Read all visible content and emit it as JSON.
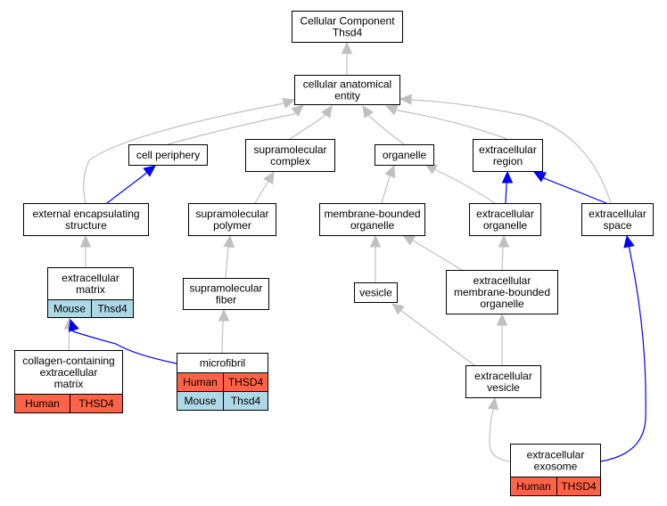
{
  "colors": {
    "human_cell": "#ff6347",
    "mouse_cell": "#add8e6",
    "edge_default": "#c0c0c0",
    "edge_highlight": "#0000ff"
  },
  "nodes": {
    "root": {
      "lines": [
        "Cellular Component",
        "Thsd4"
      ]
    },
    "cellular_anatomical_entity": {
      "lines": [
        "cellular anatomical",
        "entity"
      ]
    },
    "cell_periphery": {
      "lines": [
        "cell periphery"
      ]
    },
    "supramolecular_complex": {
      "lines": [
        "supramolecular",
        "complex"
      ]
    },
    "organelle": {
      "lines": [
        "organelle"
      ]
    },
    "extracellular_region": {
      "lines": [
        "extracellular",
        "region"
      ]
    },
    "external_encapsulating_structure": {
      "lines": [
        "external encapsulating",
        "structure"
      ]
    },
    "supramolecular_polymer": {
      "lines": [
        "supramolecular",
        "polymer"
      ]
    },
    "membrane_bounded_organelle": {
      "lines": [
        "membrane-bounded",
        "organelle"
      ]
    },
    "extracellular_organelle": {
      "lines": [
        "extracellular",
        "organelle"
      ]
    },
    "extracellular_space": {
      "lines": [
        "extracellular",
        "space"
      ]
    },
    "extracellular_matrix": {
      "lines": [
        "extracellular",
        "matrix"
      ],
      "annotations": [
        {
          "species": "Mouse",
          "gene": "Thsd4",
          "color": "#add8e6"
        }
      ]
    },
    "supramolecular_fiber": {
      "lines": [
        "supramolecular",
        "fiber"
      ]
    },
    "vesicle": {
      "lines": [
        "vesicle"
      ]
    },
    "extracellular_membrane_bounded_organelle": {
      "lines": [
        "extracellular",
        "membrane-bounded",
        "organelle"
      ]
    },
    "collagen_containing_extracellular_matrix": {
      "lines": [
        "collagen-containing",
        "extracellular",
        "matrix"
      ],
      "annotations": [
        {
          "species": "Human",
          "gene": "THSD4",
          "color": "#ff6347"
        }
      ]
    },
    "microfibril": {
      "lines": [
        "microfibril"
      ],
      "annotations": [
        {
          "species": "Human",
          "gene": "THSD4",
          "color": "#ff6347"
        },
        {
          "species": "Mouse",
          "gene": "Thsd4",
          "color": "#add8e6"
        }
      ]
    },
    "extracellular_vesicle": {
      "lines": [
        "extracellular",
        "vesicle"
      ]
    },
    "extracellular_exosome": {
      "lines": [
        "extracellular",
        "exosome"
      ],
      "annotations": [
        {
          "species": "Human",
          "gene": "THSD4",
          "color": "#ff6347"
        }
      ]
    }
  },
  "edges": [
    {
      "from": "cellular_anatomical_entity",
      "to": "root",
      "highlight": false
    },
    {
      "from": "cell_periphery",
      "to": "cellular_anatomical_entity",
      "highlight": false
    },
    {
      "from": "supramolecular_complex",
      "to": "cellular_anatomical_entity",
      "highlight": false
    },
    {
      "from": "organelle",
      "to": "cellular_anatomical_entity",
      "highlight": false
    },
    {
      "from": "extracellular_region",
      "to": "cellular_anatomical_entity",
      "highlight": false
    },
    {
      "from": "external_encapsulating_structure",
      "to": "cellular_anatomical_entity",
      "highlight": false
    },
    {
      "from": "extracellular_space",
      "to": "cellular_anatomical_entity",
      "highlight": false
    },
    {
      "from": "external_encapsulating_structure",
      "to": "cell_periphery",
      "highlight": true
    },
    {
      "from": "supramolecular_polymer",
      "to": "supramolecular_complex",
      "highlight": false
    },
    {
      "from": "membrane_bounded_organelle",
      "to": "organelle",
      "highlight": false
    },
    {
      "from": "extracellular_organelle",
      "to": "organelle",
      "highlight": false
    },
    {
      "from": "extracellular_organelle",
      "to": "extracellular_region",
      "highlight": true
    },
    {
      "from": "extracellular_space",
      "to": "extracellular_region",
      "highlight": true
    },
    {
      "from": "extracellular_matrix",
      "to": "external_encapsulating_structure",
      "highlight": false
    },
    {
      "from": "supramolecular_fiber",
      "to": "supramolecular_polymer",
      "highlight": false
    },
    {
      "from": "vesicle",
      "to": "membrane_bounded_organelle",
      "highlight": false
    },
    {
      "from": "extracellular_membrane_bounded_organelle",
      "to": "membrane_bounded_organelle",
      "highlight": false
    },
    {
      "from": "extracellular_membrane_bounded_organelle",
      "to": "extracellular_organelle",
      "highlight": false
    },
    {
      "from": "collagen_containing_extracellular_matrix",
      "to": "extracellular_matrix",
      "highlight": false
    },
    {
      "from": "microfibril",
      "to": "extracellular_matrix",
      "highlight": true
    },
    {
      "from": "microfibril",
      "to": "supramolecular_fiber",
      "highlight": false
    },
    {
      "from": "extracellular_vesicle",
      "to": "vesicle",
      "highlight": false
    },
    {
      "from": "extracellular_vesicle",
      "to": "extracellular_membrane_bounded_organelle",
      "highlight": false
    },
    {
      "from": "extracellular_exosome",
      "to": "extracellular_vesicle",
      "highlight": false
    },
    {
      "from": "extracellular_exosome",
      "to": "extracellular_space",
      "highlight": true
    }
  ]
}
